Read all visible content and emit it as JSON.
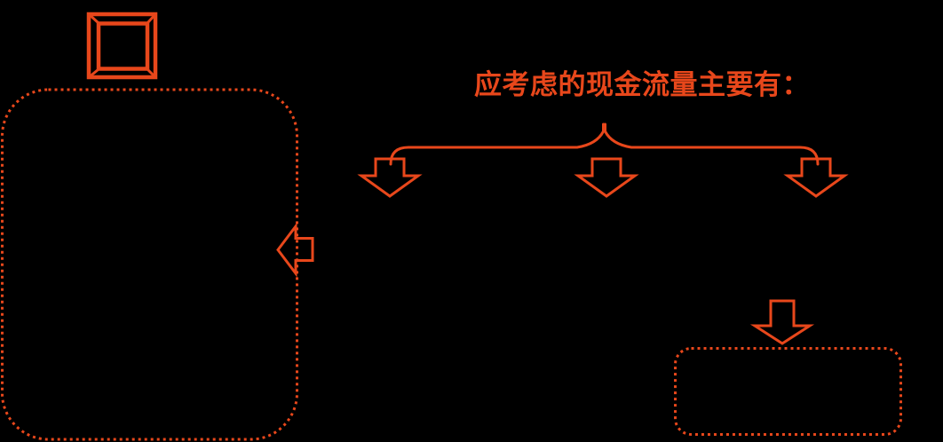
{
  "colors": {
    "accent": "#E8471B",
    "background": "#000000"
  },
  "slide": {
    "heading": "应考虑的现金流量主要有：",
    "shapes": [
      {
        "name": "bevel-square-icon"
      },
      {
        "name": "main-dotted-rounded-rectangle"
      },
      {
        "name": "left-block-arrow"
      },
      {
        "name": "brace-connector"
      },
      {
        "name": "down-block-arrow-left"
      },
      {
        "name": "down-block-arrow-middle"
      },
      {
        "name": "down-block-arrow-right"
      },
      {
        "name": "down-block-arrow-bottom"
      },
      {
        "name": "small-dotted-rounded-rectangle"
      }
    ]
  }
}
